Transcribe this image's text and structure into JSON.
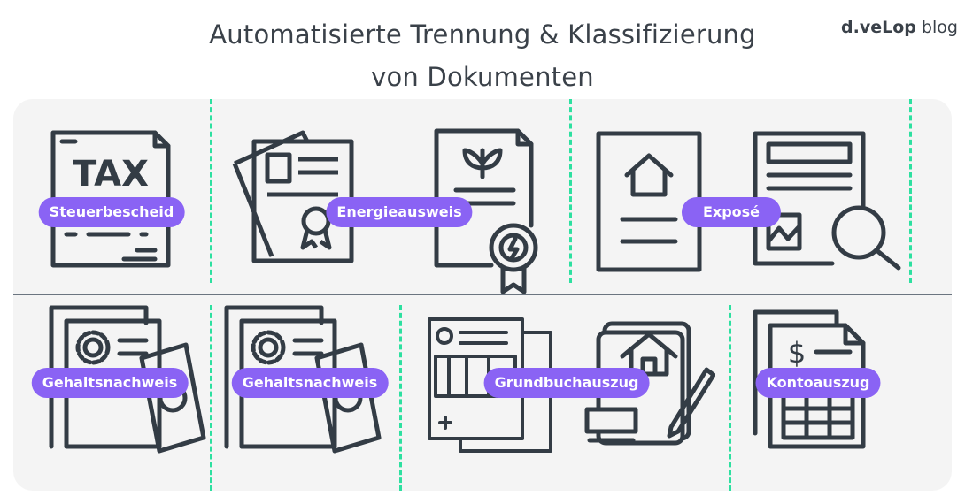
{
  "title": {
    "line1": "Automatisierte Trennung & Klassifizierung",
    "line2": "von Dokumenten"
  },
  "logo": {
    "brand": "d.veLop",
    "suffix": " blog"
  },
  "colors": {
    "pill": "#8a63f4",
    "divider": "#2de0a0",
    "icon": "#333c45",
    "panel": "#f4f4f4"
  },
  "top_row": [
    {
      "label": "Steuerbescheid",
      "icon": "tax-document-icon",
      "icon_text": "TAX"
    },
    {
      "label": "Energieausweis",
      "icon": "energy-certificate-icon"
    },
    {
      "label": "Exposé",
      "icon": "real-estate-expose-icon"
    }
  ],
  "bottom_row": [
    {
      "label": "Gehaltsnachweis",
      "icon": "payslip-icon"
    },
    {
      "label": "Gehaltsnachweis",
      "icon": "payslip-icon"
    },
    {
      "label": "Grundbuchauszug",
      "icon": "land-register-icon"
    },
    {
      "label": "Kontoauszug",
      "icon": "bank-statement-icon"
    }
  ]
}
